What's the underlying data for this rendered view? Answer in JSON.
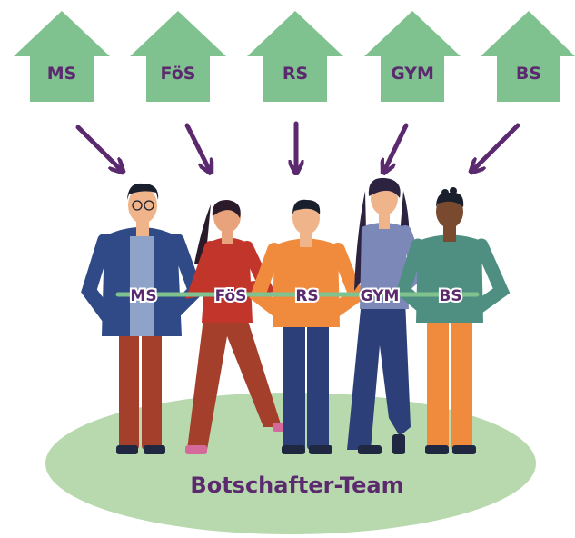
{
  "schools": [
    {
      "house": "MS",
      "belt": "MS"
    },
    {
      "house": "FöS",
      "belt": "FöS"
    },
    {
      "house": "RS",
      "belt": "RS"
    },
    {
      "house": "GYM",
      "belt": "GYM"
    },
    {
      "house": "BS",
      "belt": "BS"
    }
  ],
  "team_label": "Botschafter-Team",
  "colors": {
    "house_green": "#7fc18f",
    "ground_green": "#b7d9ad",
    "arrow_purple": "#5b2a6e",
    "text_purple": "#5b2a6e",
    "line_green": "#7fc18f"
  }
}
